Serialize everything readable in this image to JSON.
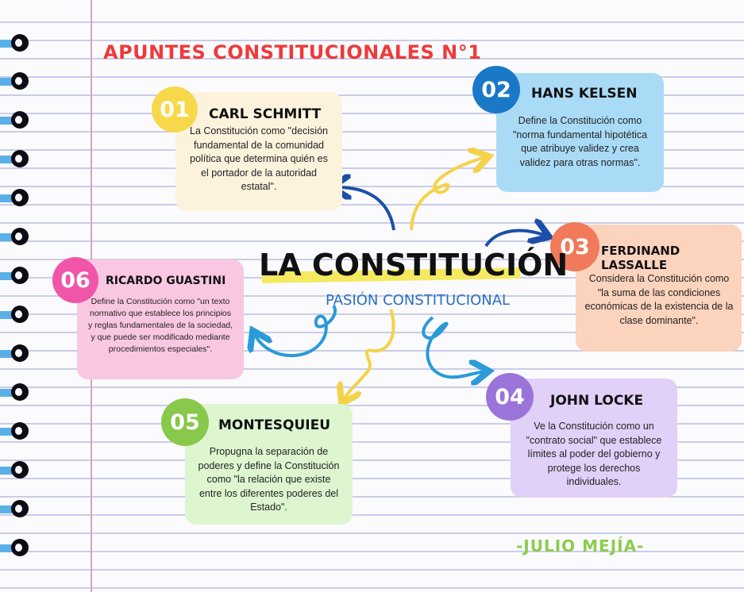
{
  "header": {
    "title": "APUNTES CONSTITUCIONALES N°1"
  },
  "center": {
    "title": "LA CONSTITUCIÓN",
    "subtitle": "PASIÓN CONSTITUCIONAL"
  },
  "cards": [
    {
      "number": "01",
      "name": "CARL SCHMITT",
      "text": "La Constitución como \"decisión fundamental de la comunidad política que determina quién es el portador de la autoridad estatal\".",
      "color": "#fdf3dd",
      "badge": "#f7d84a"
    },
    {
      "number": "02",
      "name": "HANS KELSEN",
      "text": "Define la Constitución como \"norma fundamental hipotética que atribuye validez y crea validez para otras normas\".",
      "color": "#a9dbf7",
      "badge": "#1a78c8"
    },
    {
      "number": "03",
      "name": "FERDINAND LASSALLE",
      "text": "Considera la Constitución como \"la suma de las condiciones económicas de la existencia de la clase dominante\".",
      "color": "#fcd3bd",
      "badge": "#f07a5a"
    },
    {
      "number": "04",
      "name": "JOHN LOCKE",
      "text": "Ve la Constitución como un \"contrato social\" que establece límites al poder del gobierno y protege los derechos individuales.",
      "color": "#e1d0f8",
      "badge": "#9a74d8"
    },
    {
      "number": "05",
      "name": "MONTESQUIEU",
      "text": "Propugna la separación de poderes y define la Constitución como \"la relación que existe entre los diferentes poderes del Estado\".",
      "color": "#ddf6d0",
      "badge": "#88c84a"
    },
    {
      "number": "06",
      "name": "RICARDO GUASTINI",
      "text": "Define la Constitución como \"un texto normativo que establece los principios y reglas fundamentales de la sociedad, y que puede ser modificado mediante procedimientos especiales\".",
      "color": "#fac7e2",
      "badge": "#f055a8"
    }
  ],
  "footer": {
    "signature": "-JULIO MEJÍA-"
  },
  "colors": {
    "title": "#ee3a3a",
    "arrow_blue": "#2a86d0",
    "arrow_yellow": "#f4d24a",
    "arrow_navy": "#1b4fa8"
  }
}
